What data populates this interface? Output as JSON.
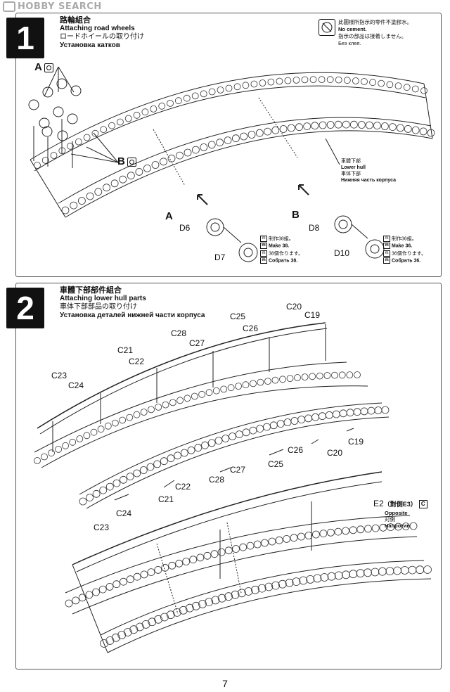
{
  "header": {
    "site_logo": "HOBBY SEARCH"
  },
  "step1": {
    "number": "1",
    "title_cn": "路輪組合",
    "title_en": "Attaching road wheels",
    "title_jp": "ロードホイールの取り付け",
    "title_ru": "Установка катков",
    "no_cement": [
      "此圖樣所指示的零件不塗膠水。",
      "No cement.",
      "指示の部品は接着しません。",
      "Без клея."
    ],
    "label_a": "A",
    "label_b": "B",
    "lower_hull": [
      "車體下部",
      "Lower hull",
      "車体下部",
      "Нижняя часть корпуса"
    ],
    "assembly_a": {
      "label": "A",
      "part_top": "D6",
      "part_bottom": "D7",
      "make": [
        "制作38組。",
        "Make 38.",
        "38個作ります。",
        "Собрать 38."
      ]
    },
    "assembly_b": {
      "label": "B",
      "part_top": "D8",
      "part_bottom": "D10",
      "make": [
        "制作36組。",
        "Make 36.",
        "36個作ります。",
        "Собрать 36."
      ]
    }
  },
  "step2": {
    "number": "2",
    "title_cn": "車體下部部件組合",
    "title_en": "Attaching lower hull parts",
    "title_jp": "車体下部部品の取り付け",
    "title_ru": "Установка деталей нижней части корпуса",
    "upper_labels": [
      "C25",
      "C20",
      "C19",
      "C26",
      "C28",
      "C27",
      "C21",
      "C22",
      "C23",
      "C24"
    ],
    "lower_labels": [
      "C26",
      "C20",
      "C19",
      "C27",
      "C25",
      "C28",
      "C22",
      "C21",
      "C24",
      "C23"
    ],
    "opposite": {
      "part": "E2",
      "note": "（對側E3）",
      "badge": "C",
      "lines": [
        "Opposite",
        "対側",
        "Напротив"
      ]
    }
  },
  "page_number": "7"
}
